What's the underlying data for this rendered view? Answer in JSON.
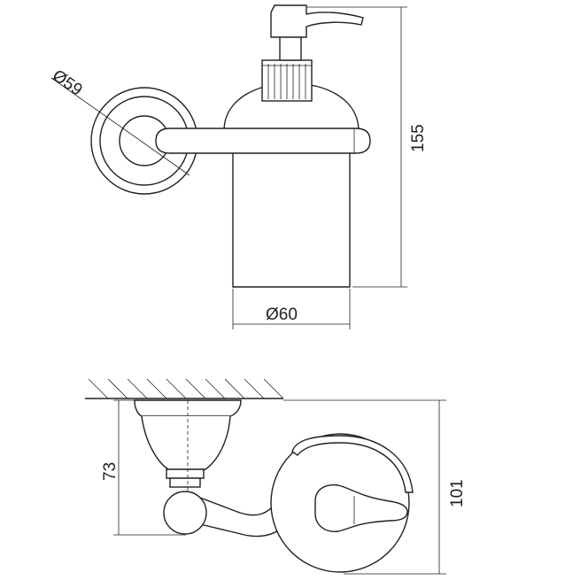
{
  "dimensions": {
    "rosette_diameter": "Ø59",
    "bottle_diameter": "Ø60",
    "total_height": "155",
    "wall_to_center": "73",
    "projection": "101"
  },
  "colors": {
    "line": "#231f20",
    "background": "#ffffff"
  }
}
